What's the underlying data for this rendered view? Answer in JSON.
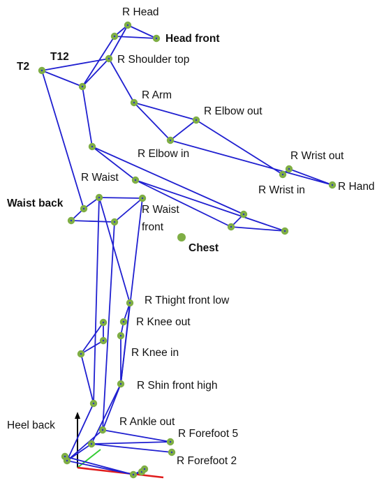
{
  "colors": {
    "segment": "#1f1fd0",
    "marker": "#7fae45",
    "axis_x": "#e01b1b",
    "axis_y": "#33cc33",
    "axis_z": "#000000",
    "text": "#111111",
    "background": "#ffffff"
  },
  "markers": [
    {
      "id": "head_r"
    },
    {
      "id": "head_front"
    },
    {
      "id": "head_side"
    },
    {
      "id": "shoulder_top_r"
    },
    {
      "id": "t2"
    },
    {
      "id": "t12"
    },
    {
      "id": "arm_r"
    },
    {
      "id": "elbow_out_r"
    },
    {
      "id": "elbow_in_r"
    },
    {
      "id": "wrist_out_r"
    },
    {
      "id": "wrist_in_r"
    },
    {
      "id": "hand_r"
    },
    {
      "id": "chest_upper"
    },
    {
      "id": "waist_r"
    },
    {
      "id": "waist_back"
    },
    {
      "id": "waist_front_r"
    },
    {
      "id": "pelvis_back"
    },
    {
      "id": "pelvis_mid"
    },
    {
      "id": "pelvis_top"
    },
    {
      "id": "left_arm_a"
    },
    {
      "id": "left_arm_b"
    },
    {
      "id": "left_arm_c"
    },
    {
      "id": "chest"
    },
    {
      "id": "thigh_front_low_r"
    },
    {
      "id": "knee_out_r"
    },
    {
      "id": "knee_in_r"
    },
    {
      "id": "shin_front_high_r"
    },
    {
      "id": "left_knee_a"
    },
    {
      "id": "left_knee_b"
    },
    {
      "id": "left_knee_c"
    },
    {
      "id": "left_shin"
    },
    {
      "id": "ankle_out_r"
    },
    {
      "id": "forefoot5_r"
    },
    {
      "id": "forefoot2_r"
    },
    {
      "id": "heel_back"
    },
    {
      "id": "heel_low"
    },
    {
      "id": "toe_a"
    },
    {
      "id": "toe_b"
    },
    {
      "id": "toe_c"
    },
    {
      "id": "ankle_mid"
    }
  ],
  "segments": [
    [
      "head_r",
      "head_front"
    ],
    [
      "head_r",
      "head_side"
    ],
    [
      "head_side",
      "head_front"
    ],
    [
      "head_r",
      "shoulder_top_r"
    ],
    [
      "head_side",
      "t12"
    ],
    [
      "t2",
      "shoulder_top_r"
    ],
    [
      "t2",
      "t12"
    ],
    [
      "t12",
      "shoulder_top_r"
    ],
    [
      "shoulder_top_r",
      "arm_r"
    ],
    [
      "t12",
      "chest_upper"
    ],
    [
      "arm_r",
      "elbow_out_r"
    ],
    [
      "arm_r",
      "elbow_in_r"
    ],
    [
      "elbow_in_r",
      "elbow_out_r"
    ],
    [
      "elbow_out_r",
      "wrist_in_r"
    ],
    [
      "elbow_in_r",
      "hand_r"
    ],
    [
      "wrist_out_r",
      "hand_r"
    ],
    [
      "wrist_in_r",
      "wrist_out_r"
    ],
    [
      "t2",
      "waist_back"
    ],
    [
      "chest_upper",
      "waist_r"
    ],
    [
      "chest_upper",
      "left_arm_a"
    ],
    [
      "waist_r",
      "left_arm_c"
    ],
    [
      "left_arm_a",
      "left_arm_b"
    ],
    [
      "left_arm_b",
      "left_arm_c"
    ],
    [
      "left_arm_b",
      "waist_r"
    ],
    [
      "waist_back",
      "pelvis_top"
    ],
    [
      "pelvis_top",
      "waist_front_r"
    ],
    [
      "waist_back",
      "pelvis_back"
    ],
    [
      "pelvis_back",
      "pelvis_mid"
    ],
    [
      "pelvis_mid",
      "waist_front_r"
    ],
    [
      "pelvis_top",
      "thigh_front_low_r"
    ],
    [
      "waist_front_r",
      "shin_front_high_r"
    ],
    [
      "thigh_front_low_r",
      "knee_out_r"
    ],
    [
      "knee_out_r",
      "knee_in_r"
    ],
    [
      "knee_in_r",
      "shin_front_high_r"
    ],
    [
      "thigh_front_low_r",
      "shin_front_high_r"
    ],
    [
      "pelvis_mid",
      "ankle_out_r"
    ],
    [
      "pelvis_top",
      "left_shin"
    ],
    [
      "left_knee_a",
      "left_knee_b"
    ],
    [
      "left_knee_a",
      "left_knee_c"
    ],
    [
      "left_knee_c",
      "left_shin"
    ],
    [
      "left_knee_b",
      "left_knee_c"
    ],
    [
      "shin_front_high_r",
      "ankle_out_r"
    ],
    [
      "ankle_out_r",
      "forefoot5_r"
    ],
    [
      "ankle_mid",
      "forefoot5_r"
    ],
    [
      "ankle_mid",
      "forefoot2_r"
    ],
    [
      "shin_front_high_r",
      "ankle_mid"
    ],
    [
      "ankle_out_r",
      "heel_back"
    ],
    [
      "heel_back",
      "heel_low"
    ],
    [
      "heel_back",
      "toe_a"
    ],
    [
      "heel_low",
      "toe_a"
    ],
    [
      "toe_a",
      "toe_b"
    ],
    [
      "toe_a",
      "toe_c"
    ],
    [
      "left_shin",
      "heel_back"
    ],
    [
      "ankle_mid",
      "heel_back"
    ]
  ],
  "labels": [
    {
      "marker": "head_r",
      "text": "R Head",
      "bold": false
    },
    {
      "marker": "head_front",
      "text": "Head front",
      "bold": true
    },
    {
      "marker": "shoulder_top_r",
      "text": "R Shoulder top",
      "bold": false
    },
    {
      "marker": "t2",
      "text": "T2",
      "bold": true
    },
    {
      "marker": "t12",
      "text": "T12",
      "bold": true
    },
    {
      "marker": "arm_r",
      "text": "R Arm",
      "bold": false
    },
    {
      "marker": "elbow_out_r",
      "text": "R Elbow out",
      "bold": false
    },
    {
      "marker": "elbow_in_r",
      "text": "R Elbow in",
      "bold": false
    },
    {
      "marker": "wrist_out_r",
      "text": "R Wrist out",
      "bold": false
    },
    {
      "marker": "wrist_in_r",
      "text": "R Wrist in",
      "bold": false
    },
    {
      "marker": "hand_r",
      "text": "R Hand",
      "bold": false
    },
    {
      "marker": "waist_r",
      "text": "R Waist",
      "bold": false
    },
    {
      "marker": "waist_back",
      "text": "Waist back",
      "bold": true
    },
    {
      "marker": "waist_front_r",
      "text": "R Waist",
      "bold": false
    },
    {
      "marker": "waist_front_r_2",
      "text": "front",
      "bold": false
    },
    {
      "marker": "chest",
      "text": "Chest",
      "bold": true
    },
    {
      "marker": "thigh_front_low_r",
      "text": "R Thight front low",
      "bold": false
    },
    {
      "marker": "knee_out_r",
      "text": "R Knee out",
      "bold": false
    },
    {
      "marker": "knee_in_r",
      "text": "R Knee in",
      "bold": false
    },
    {
      "marker": "shin_front_high_r",
      "text": "R Shin front high",
      "bold": false
    },
    {
      "marker": "heel_back",
      "text": "Heel back",
      "bold": false
    },
    {
      "marker": "ankle_out_r",
      "text": "R Ankle out",
      "bold": false
    },
    {
      "marker": "forefoot5_r",
      "text": "R Forefoot 5",
      "bold": false
    },
    {
      "marker": "forefoot2_r",
      "text": "R Forefoot 2",
      "bold": false
    }
  ]
}
